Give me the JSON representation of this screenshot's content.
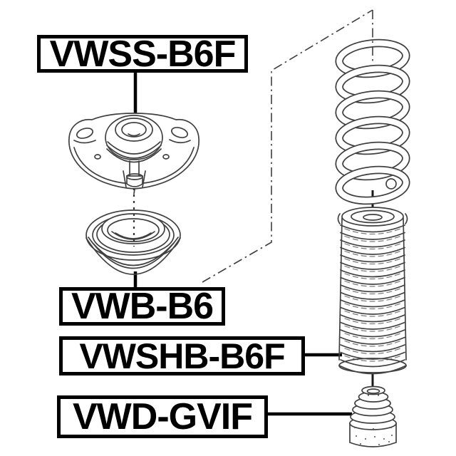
{
  "diagram": {
    "background_color": "#ffffff",
    "line_color": "#000000",
    "drawing_line_color": "#404040",
    "labels": [
      {
        "part": "strut-mount",
        "code": "VWSS-B6F"
      },
      {
        "part": "bearing",
        "code": "VWB-B6"
      },
      {
        "part": "shock-absorber-boot",
        "code": "VWSHB-B6F"
      },
      {
        "part": "bump-stop",
        "code": "VWD-GVIF"
      }
    ],
    "drawings": [
      "strut-mount-drawing",
      "bearing-drawing",
      "coil-spring-drawing",
      "dust-boot-drawing",
      "bump-stop-drawing"
    ]
  }
}
